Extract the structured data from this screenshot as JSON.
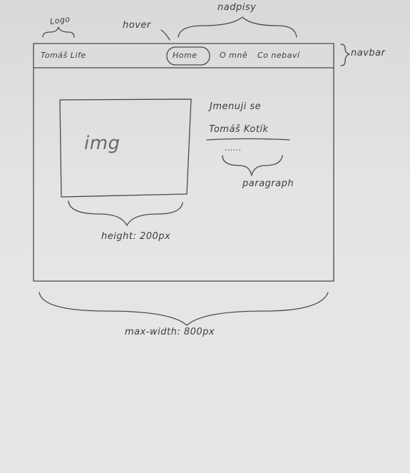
{
  "annotations": {
    "logo": "Logo",
    "hover": "hover",
    "nadpisy": "nadpisy",
    "navbar": "navbar",
    "height": "height: 200px",
    "paragraph": "paragraph",
    "max_width": "max-width: 800px"
  },
  "navbar": {
    "logo_text": "Tomáš Life",
    "links": [
      "Home",
      "O mně",
      "Co nebaví"
    ]
  },
  "content": {
    "image_placeholder": "img",
    "intro_line": "Jmenuji se",
    "name": "Tomáš Kotík",
    "dots": "......"
  }
}
